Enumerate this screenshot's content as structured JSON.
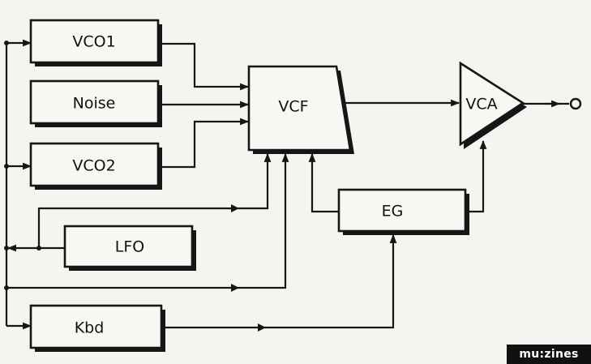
{
  "blocks": {
    "vco1": "VCO1",
    "noise": "Noise",
    "vco2": "VCO2",
    "vcf": "VCF",
    "vca": "VCA",
    "eg": "EG",
    "lfo": "LFO",
    "kbd": "Kbd"
  },
  "watermark": "mu:zines",
  "colors": {
    "ink": "#161616",
    "paper": "#f4f4f1",
    "watermark_bg": "#111111",
    "watermark_fg": "#ffffff"
  }
}
